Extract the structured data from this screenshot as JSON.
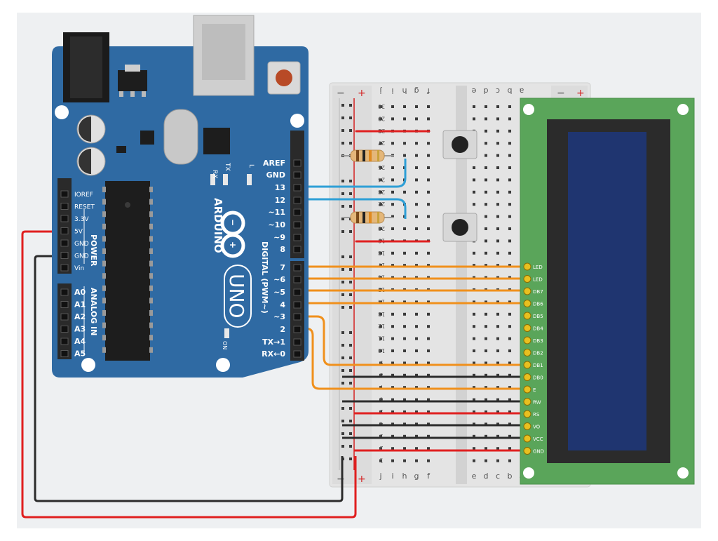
{
  "arduino": {
    "brand": "ARDUINO",
    "model": "UNO",
    "digital_section": "DIGITAL (PWM~)",
    "power_section": "POWER",
    "analog_section": "ANALOG IN",
    "led_l": "L",
    "led_tx": "TX",
    "led_rx": "RX",
    "on_label": "ON",
    "digital_pins": [
      "AREF",
      "GND",
      "13",
      "12",
      "~11",
      "~10",
      "~9",
      "8",
      "7",
      "~6",
      "~5",
      "4",
      "~3",
      "2",
      "TX→1",
      "RX←0"
    ],
    "power_pins": [
      "IOREF",
      "RESET",
      "3.3V",
      "5V",
      "GND",
      "GND",
      "Vin"
    ],
    "analog_pins": [
      "A0",
      "A1",
      "A2",
      "A3",
      "A4",
      "A5"
    ]
  },
  "breadboard": {
    "rail_minus": "−",
    "rail_plus": "+",
    "cols_left": [
      "j",
      "i",
      "h",
      "g",
      "f"
    ],
    "cols_right": [
      "e",
      "d",
      "c",
      "b",
      "a"
    ],
    "row_numbers": [
      "30",
      "29",
      "28",
      "27",
      "26",
      "25",
      "24",
      "23",
      "22",
      "21",
      "20",
      "19",
      "18",
      "17",
      "16",
      "15",
      "14",
      "13",
      "12",
      "11",
      "10",
      "9",
      "8",
      "7",
      "6",
      "5",
      "4",
      "3",
      "2",
      "1"
    ]
  },
  "lcd": {
    "pins": [
      "LED",
      "LED",
      "DB7",
      "DB6",
      "DB5",
      "DB4",
      "DB3",
      "DB2",
      "DB1",
      "DB0",
      "E",
      "RW",
      "RS",
      "VO",
      "VCC",
      "GND"
    ]
  },
  "colors": {
    "board": "#2f6aa3",
    "header": "#2a2a2a",
    "wire_blue": "#2e9fd6",
    "wire_orange": "#f0901c",
    "wire_red": "#e02020",
    "wire_black": "#2b2b2b",
    "lcd_pcb": "#5aa55a",
    "lcd_screen": "#1f3570"
  }
}
